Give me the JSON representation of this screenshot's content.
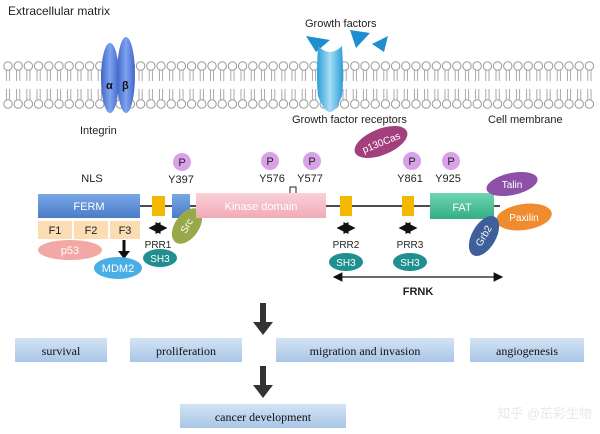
{
  "membrane": {
    "extracellular_label": "Extracellular matrix",
    "integrin_alpha": "α",
    "integrin_beta": "β",
    "integrin_label": "Integrin",
    "growth_factors_label": "Growth factors",
    "receptors_label": "Growth factor receptors",
    "cell_membrane_label": "Cell membrane"
  },
  "protein": {
    "nls": "NLS",
    "ferm": "FERM",
    "f1": "F1",
    "f2": "F2",
    "f3": "F3",
    "y397": "Y397",
    "y576": "Y576",
    "y577": "Y577",
    "y861": "Y861",
    "y925": "Y925",
    "phospho": "P",
    "kinase": "Kinase domain",
    "fat": "FAT",
    "p130cas": "p130Cas",
    "talin": "Talin",
    "paxilin": "Paxilin",
    "grb2": "Grb2",
    "src": "Src",
    "p53": "p53",
    "mdm2": "MDM2",
    "prr1": "PRR1",
    "prr2": "PRR2",
    "prr3": "PRR3",
    "sh3": "SH3",
    "frnk": "FRNK"
  },
  "outcomes": {
    "survival": "survival",
    "proliferation": "proliferation",
    "migration": "migration and invasion",
    "angiogenesis": "angiogenesis",
    "cancer": "cancer development"
  },
  "watermark": "知乎 @茁彩生物",
  "colors": {
    "ferm": "#5b8fd6",
    "kinase": "#f6bfc8",
    "fat": "#4cc49a",
    "linker_box": "#f5b800",
    "phospho": "#d9a1e8",
    "sh3": "#1f8f8f",
    "outcome_box": "#b8d0ea"
  }
}
